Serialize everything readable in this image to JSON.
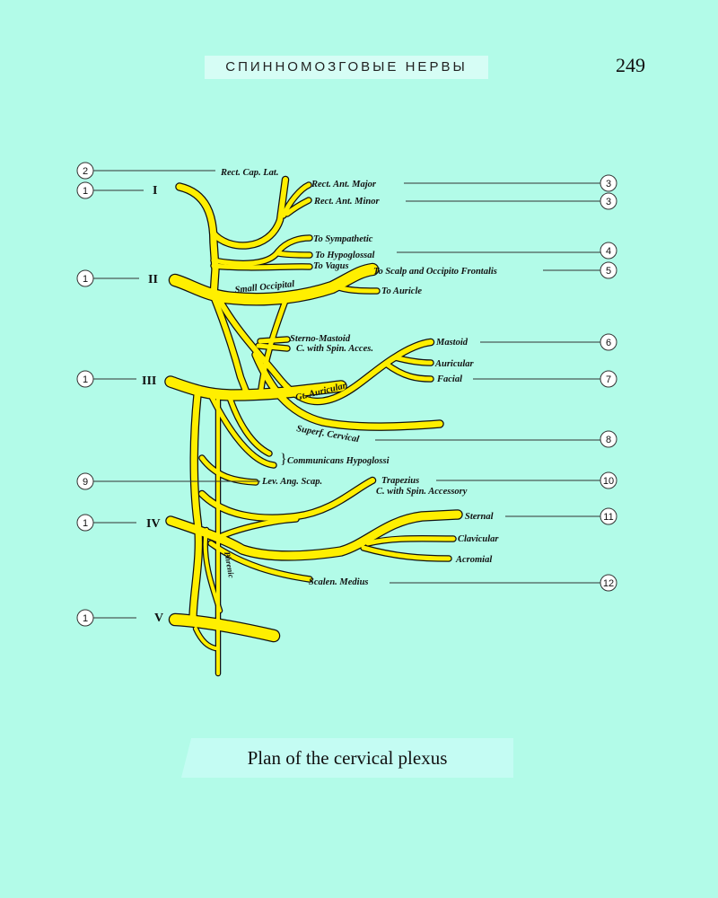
{
  "header": {
    "title": "СПИННОМОЗГОВЫЕ НЕРВЫ",
    "page_number": "249"
  },
  "caption": "Plan of the cervical plexus",
  "roots": [
    "I",
    "II",
    "III",
    "IV",
    "V"
  ],
  "labels": {
    "rect_cap_lat": "Rect. Cap. Lat.",
    "rect_ant_major": "Rect. Ant. Major",
    "rect_ant_minor": "Rect. Ant. Minor",
    "to_sympathetic": "To Sympathetic",
    "to_hypoglossal": "To Hypoglossal",
    "to_vagus": "To Vagus",
    "to_scalp": "To Scalp and Occipito Frontalis",
    "to_auricle": "To Auricle",
    "small_occipital": "Small Occipital",
    "sterno_mastoid": "Sterno-Mastoid",
    "c_with_spin_acces": "C. with Spin. Acces.",
    "mastoid": "Mastoid",
    "auricular": "Auricular",
    "facial": "Facial",
    "gt_auricular": "Gt. Auricular",
    "superf_cervical": "Superf. Cervical",
    "communicans_hypoglossi": "Communicans Hypoglossi",
    "lev_ang_scap": "Lev. Ang. Scap.",
    "trapezius": "Trapezius",
    "c_with_spin_accessory": "C. with Spin. Accessory",
    "sternal": "Sternal",
    "clavicular": "Clavicular",
    "acromial": "Acromial",
    "scalen_medius": "Scalen. Medius",
    "phrenic": "Phrenic"
  },
  "callouts": [
    "2",
    "1",
    "3",
    "3",
    "1",
    "4",
    "5",
    "6",
    "1",
    "7",
    "8",
    "9",
    "10",
    "1",
    "11",
    "12",
    "1"
  ],
  "colors": {
    "background": "#b2fbe8",
    "nerve": "#ffef00"
  }
}
